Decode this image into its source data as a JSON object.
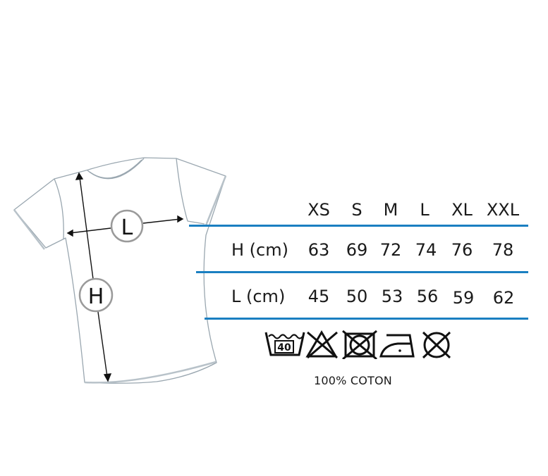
{
  "diagram": {
    "shirt_labels": {
      "width": "L",
      "height": "H"
    }
  },
  "size_table": {
    "columns": [
      "XS",
      "S",
      "M",
      "L",
      "XL",
      "XXL"
    ],
    "rows": [
      {
        "label": "H (cm)",
        "values": [
          "63",
          "69",
          "72",
          "74",
          "76",
          "78"
        ]
      },
      {
        "label": "L (cm)",
        "values": [
          "45",
          "50",
          "53",
          "56",
          "59",
          "62"
        ]
      }
    ],
    "rule_color": "#1a7fc1"
  },
  "care_symbols": [
    {
      "name": "wash-40-icon",
      "label": "40"
    },
    {
      "name": "no-bleach-icon"
    },
    {
      "name": "no-tumble-dry-icon"
    },
    {
      "name": "iron-low-icon"
    },
    {
      "name": "no-dry-clean-icon"
    }
  ],
  "fabric": "100% COTON"
}
